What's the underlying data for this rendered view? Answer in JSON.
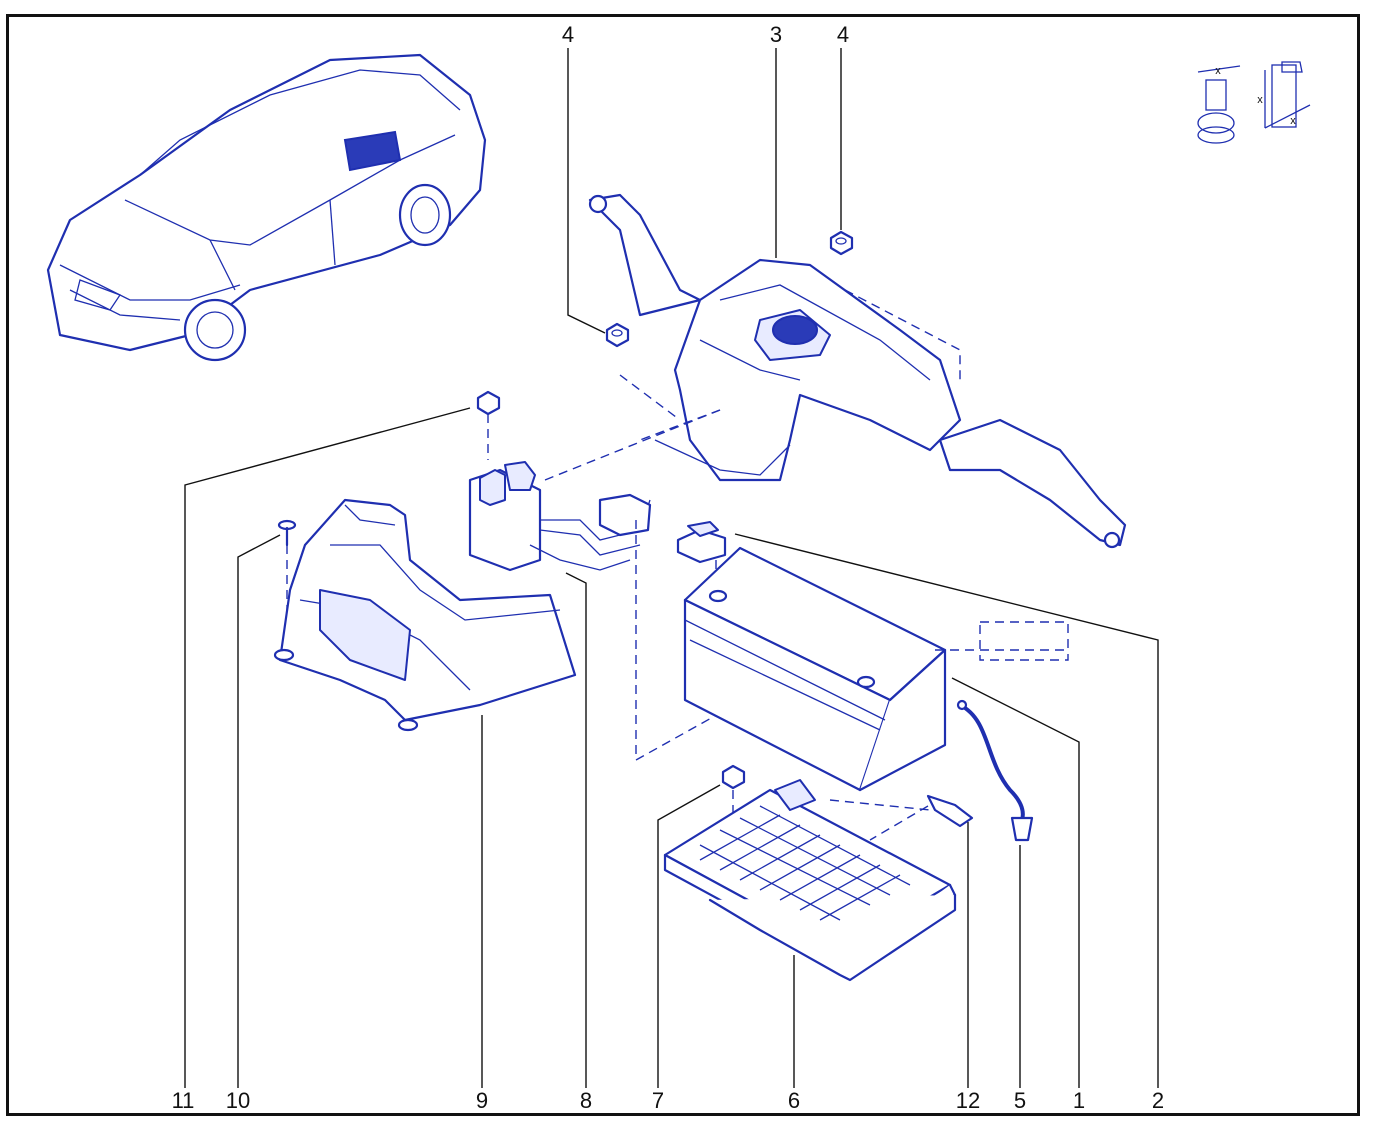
{
  "callouts": {
    "c1": "1",
    "c2": "2",
    "c3": "3",
    "c4a": "4",
    "c4b": "4",
    "c5": "5",
    "c6": "6",
    "c7": "7",
    "c8": "8",
    "c9": "9",
    "c10": "10",
    "c11": "11",
    "c12": "12"
  },
  "torque_icon_labels": {
    "nut_x": "x",
    "bolt_x1": "x",
    "bolt_x2": "x"
  },
  "colors": {
    "line_art": "#1f2fb0",
    "callout_text": "#111111",
    "highlight": "#2a3bb8"
  }
}
